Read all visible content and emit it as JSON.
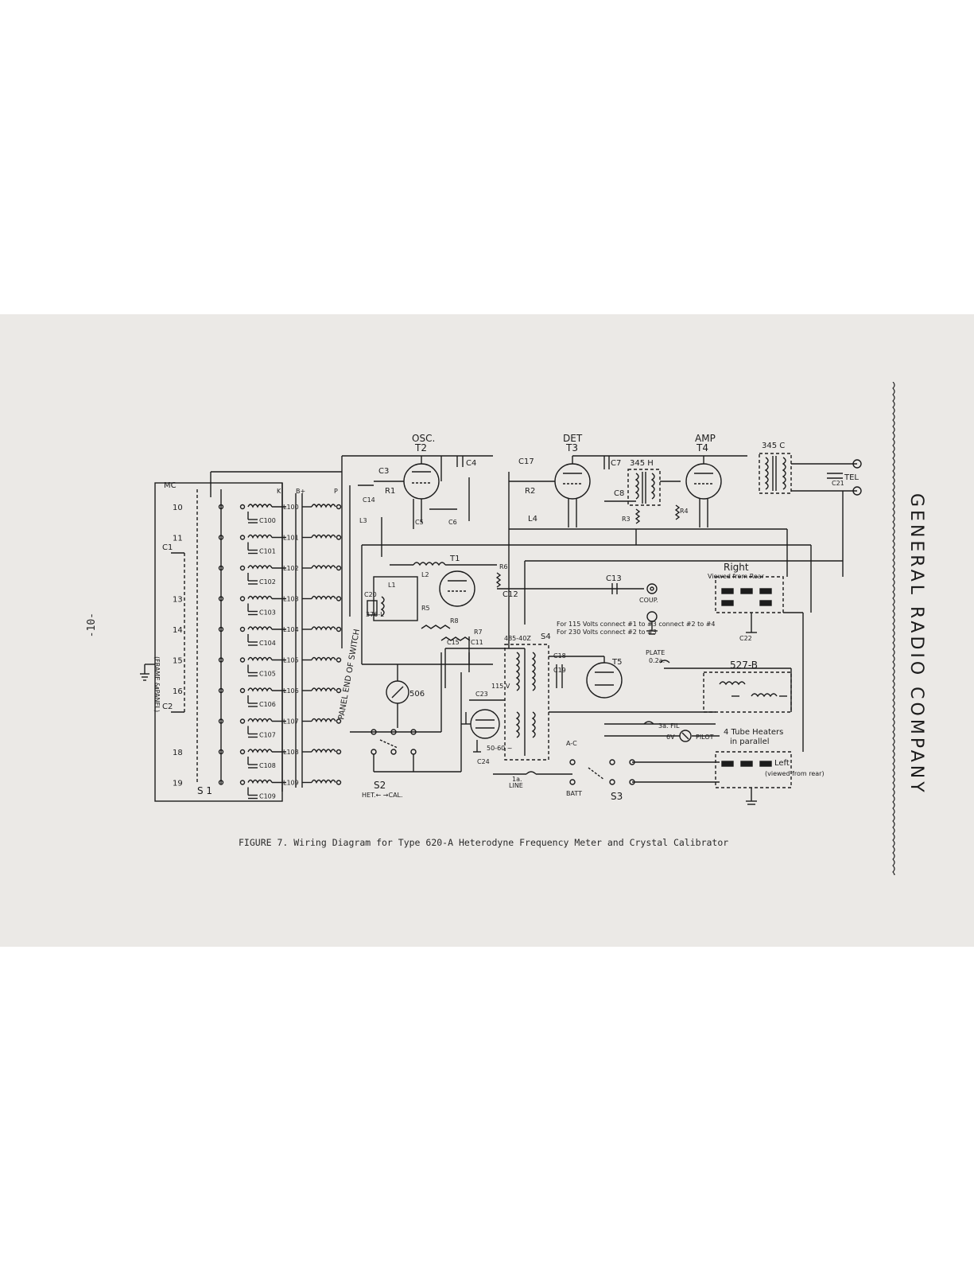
{
  "company": "GENERAL RADIO COMPANY",
  "page_number": "-10-",
  "caption": "FIGURE 7.   Wiring Diagram for Type 620-A Heterodyne Frequency Meter and Crystal Calibrator",
  "tubes": {
    "osc": "OSC.",
    "t2": "T2",
    "det": "DET",
    "t3": "T3",
    "amp": "AMP",
    "t4": "T4",
    "t1": "T1",
    "t5": "T5"
  },
  "transformers": {
    "h345": "345 H",
    "c345": "345 C",
    "b527": "527-B",
    "z485": "485-40Z"
  },
  "switch": {
    "s1": "S 1",
    "s2": "S2",
    "s3": "S3",
    "s4": "S4",
    "mc": "MC",
    "positions": [
      "10",
      "11",
      "",
      "13",
      "14",
      "15",
      "16",
      "",
      "18",
      "19"
    ],
    "coils": [
      "L100",
      "L101",
      "L102",
      "L103",
      "L104",
      "L105",
      "L106",
      "L107",
      "L108",
      "L109"
    ],
    "caps": [
      "C100",
      "C101",
      "C102",
      "C103",
      "C104",
      "C105",
      "C106",
      "C107",
      "C108",
      "C109"
    ],
    "panel_end": "PANEL END OF SWITCH",
    "het_cal": "HET.←  →CAL."
  },
  "labels": {
    "frame_panel": "(FRAME & PANEL)",
    "c1": "C1",
    "c2": "C2",
    "c3": "C3",
    "c4": "C4",
    "c5": "C5",
    "c6": "C6",
    "c7": "C7",
    "c8": "C8",
    "c11": "C11",
    "c12": "C12",
    "c13": "C13",
    "c14": "C14",
    "c15": "C15",
    "c17": "C17",
    "c18": "C18",
    "c19": "C19",
    "c20": "C20",
    "c21": "C21",
    "c22": "C22",
    "c23": "C23",
    "c24": "C24",
    "r1": "R1",
    "r2": "R2",
    "r3": "R3",
    "r4": "R4",
    "r5": "R5",
    "r6": "R6",
    "r7": "R7",
    "r8": "R8",
    "l1": "L1",
    "l2": "L2",
    "l3": "L3",
    "l4": "L4",
    "k": "K",
    "bplus": "B+",
    "p": "P",
    "tel": "TEL",
    "coup": "COUP.",
    "meter": "506",
    "right": "Right",
    "right_sub": "Viewed from Rear",
    "left": "Left",
    "left_sub": "(viewed from rear)",
    "s4_115": "For 115 Volts connect #1 to #3 connect #2 to #4",
    "s4_230": "For 230 Volts connect #2 to #3",
    "plate": "PLATE",
    "plate_fuse": "0.2a.",
    "fil": "3a. FIL",
    "pilot": "PILOT",
    "six_v": "6V",
    "heaters": "4 Tube Heaters",
    "heaters_sub": "in parallel",
    "ac": "A-C",
    "batt": "BATT",
    "line": "LINE",
    "line_fuse": "1a.",
    "v115": "115 V",
    "hz": "50-60 ~",
    "x376": "376-L"
  }
}
